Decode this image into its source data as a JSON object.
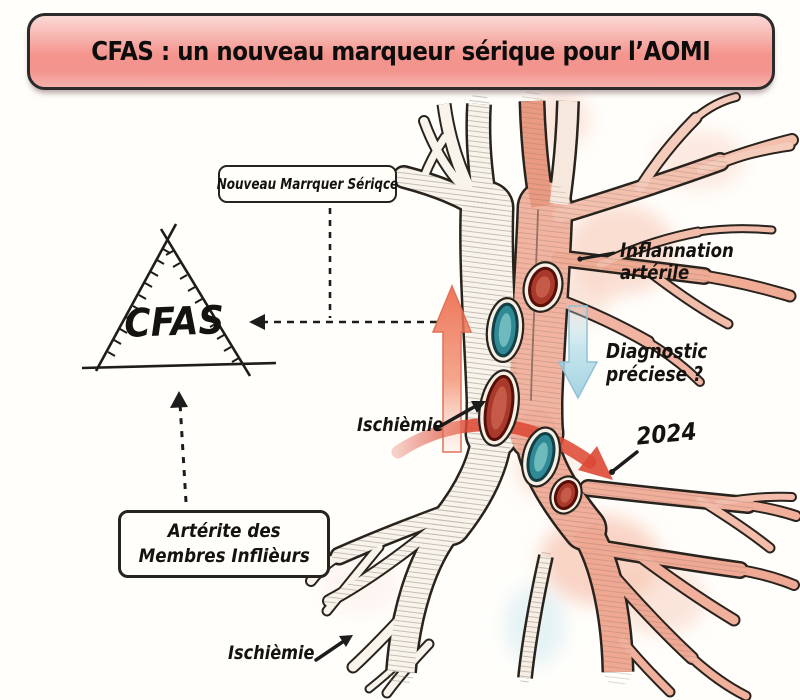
{
  "banner": {
    "title": "CFAS : un nouveau marqueur sérique pour l’AOMI"
  },
  "labels": {
    "marker_box": "Nouveau Marrquer Sériqce",
    "cfas": "CFAS",
    "inflammation_line1": "Inflannation",
    "inflammation_line2": "artérile",
    "diagnostic_line1": "Diagnostic",
    "diagnostic_line2": "préciese ?",
    "ischemia_mid": "Ischièmie",
    "year": "2024",
    "arteritis_line1": "Artérite des",
    "arteritis_line2": "Membres Inflièurs",
    "ischemia_bottom": "Ischièmie"
  },
  "colors": {
    "banner_pink_light": "#fbd9d5",
    "banner_pink_deep": "#f4948d",
    "banner_border": "#2b2b2b",
    "healthy_vessel": "#f8f4ec",
    "inflamed_vessel": "#f2b3a0",
    "vessel_outline": "#29231d",
    "plaque_teal": "#2f8a96",
    "plaque_red": "#a8392b",
    "up_arrow_red": "#ec6a4a",
    "down_arrow_blue": "#b7dde8",
    "curved_arrow_red": "#dd4a35",
    "text_black": "#151310"
  },
  "icons": {
    "up_arrow": "blood-flow-up-arrow",
    "down_arrow": "diagnostic-down-arrow",
    "curved_arrow": "occlusion-curved-arrow",
    "triangle": "cfas-warning-triangle"
  }
}
